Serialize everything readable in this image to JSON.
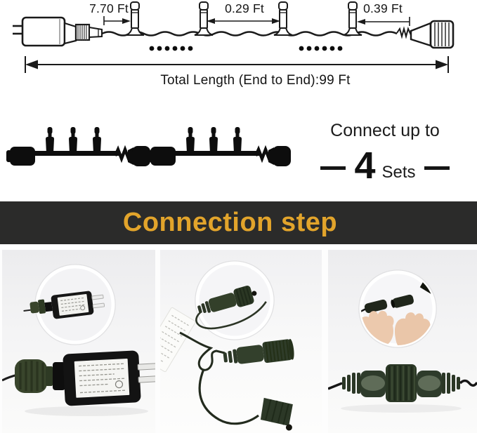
{
  "colors": {
    "banner_bg": "#2B2B2A",
    "banner_text": "#E2A42B",
    "diagram_ink": "#1A1A1A",
    "silhouette_ink": "#0D0D0D",
    "photo_bg": "#F1F1F3",
    "connector_green": "#33402B",
    "skin_tone": "#EAC7AB"
  },
  "measurement_diagram": {
    "lead_label": "7.70 Ft",
    "spacing_label": "0.29 Ft",
    "tail_label": "0.39 Ft",
    "total_label": "Total Length (End to End):99 Ft"
  },
  "connect_note": {
    "line1": "Connect up to",
    "count": "4",
    "unit": "Sets"
  },
  "banner": {
    "title": "Connection step"
  },
  "photo_panels": [
    {
      "icon": "adapter-with-twist-connector-photo"
    },
    {
      "icon": "connector-with-dust-cap-photo"
    },
    {
      "icon": "hands-joining-connectors-photo"
    }
  ]
}
